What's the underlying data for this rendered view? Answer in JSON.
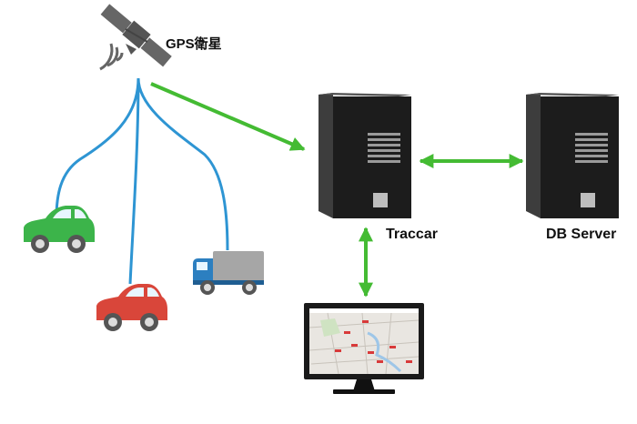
{
  "labels": {
    "satellite": "GPS衛星",
    "traccar": "Traccar",
    "db_server": "DB Server"
  },
  "colors": {
    "signal_line": "#2e95d3",
    "arrow": "#44bb33",
    "server_body": "#1c1c1c",
    "server_side": "#3d3d3d",
    "car_green": "#3cb44a",
    "car_red": "#d9463a",
    "truck_cab": "#2c7fc0",
    "truck_box": "#a6a6a6",
    "satellite_gray": "#666666"
  },
  "icons": [
    "satellite-icon",
    "green-car-icon",
    "red-car-icon",
    "truck-icon",
    "traccar-server-icon",
    "db-server-icon",
    "monitor-map-icon"
  ]
}
